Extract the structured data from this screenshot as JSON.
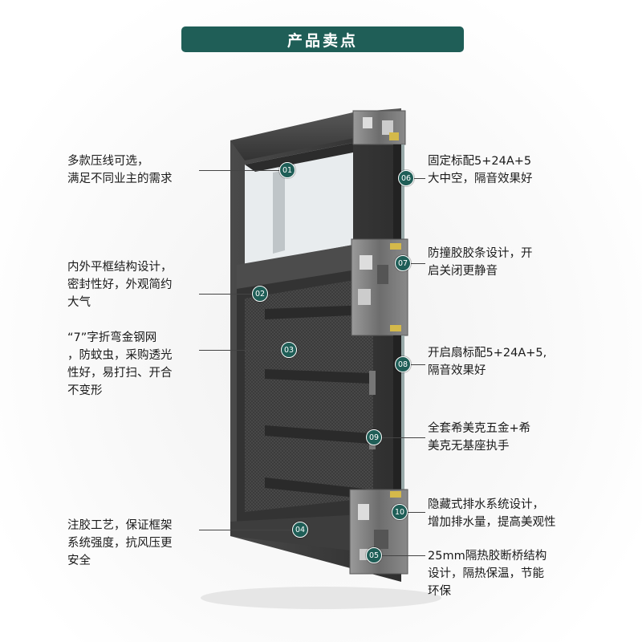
{
  "title": "产品卖点",
  "colors": {
    "title_bg": "#1f5e57",
    "badge_bg": "#1f5e57",
    "frame_dark": "#3a3a3a",
    "profile_gray": "#7d7d7d"
  },
  "features": [
    {
      "num": "01",
      "text": "多款压线可选，\n满足不同业主的需求"
    },
    {
      "num": "02",
      "text": "内外平框结构设计，\n密封性好，外观简约\n大气"
    },
    {
      "num": "03",
      "text": "“7”字折弯金钢网\n，防蚊虫，采购透光\n性好，易打扫、开合\n不变形"
    },
    {
      "num": "04",
      "text": "注胶工艺，保证框架\n系统强度，抗风压更\n安全"
    },
    {
      "num": "05",
      "text": "25mm隔热胶断桥结构\n设计，隔热保温，节能\n环保"
    },
    {
      "num": "06",
      "text": "固定标配5+24A+5\n大中空，隔音效果好"
    },
    {
      "num": "07",
      "text": "防撞胶胶条设计，开\n启关闭更静音"
    },
    {
      "num": "08",
      "text": "开启扇标配5+24A+5,\n隔音效果好"
    },
    {
      "num": "09",
      "text": "全套希美克五金+希\n美克无基座执手"
    },
    {
      "num": "10",
      "text": "隐藏式排水系统设计，\n增加排水量，提高美观性"
    }
  ]
}
